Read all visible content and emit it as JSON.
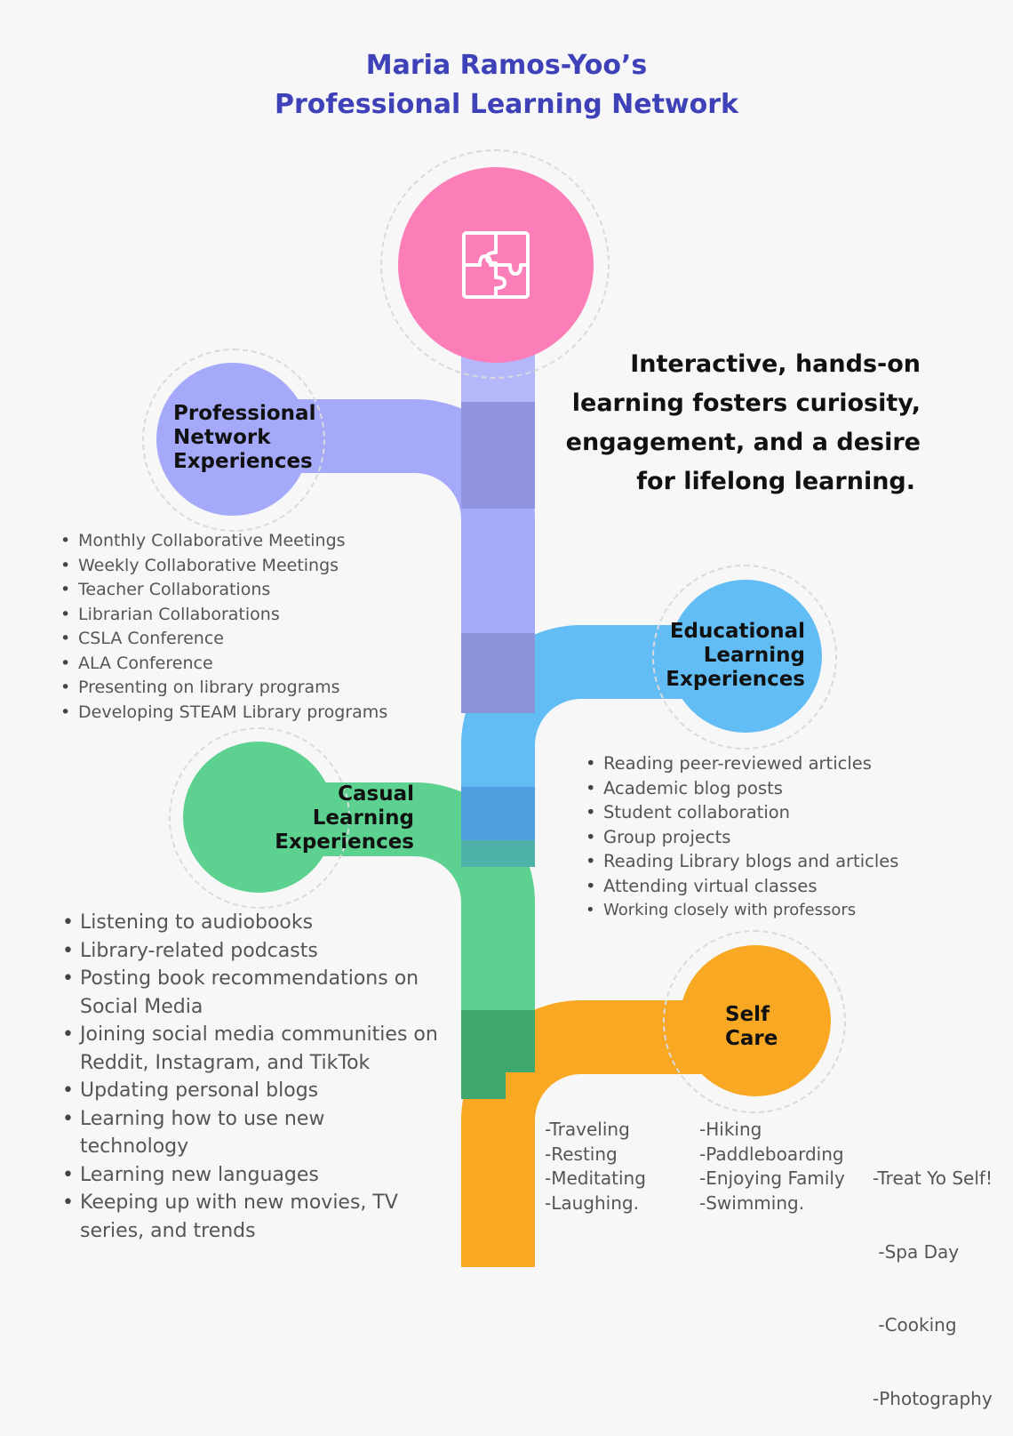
{
  "title": {
    "line1": "Maria Ramos-Yoo’s",
    "line2": "Professional Learning Network"
  },
  "hub": {
    "icon": "puzzle-icon",
    "color": "#fb7eb8"
  },
  "quote": {
    "line1": "Interactive, hands-on",
    "line2": "learning fosters curiosity,",
    "line3": "engagement, and a desire",
    "line4": "for lifelong learning."
  },
  "branches": {
    "professional": {
      "color": "#a5a9fa",
      "label": [
        "Professional",
        "Network",
        "Experiences"
      ],
      "items": [
        "Monthly Collaborative Meetings",
        "Weekly Collaborative Meetings",
        "Teacher Collaborations",
        "Librarian Collaborations",
        "CSLA Conference",
        "ALA Conference",
        "Presenting on library programs",
        "Developing STEAM Library programs"
      ]
    },
    "educational": {
      "color": "#61bdf4",
      "label": [
        "Educational",
        "Learning",
        "Experiences"
      ],
      "items": [
        "Reading peer-reviewed articles",
        "Academic blog posts",
        "Student collaboration",
        "Group projects",
        "Reading Library blogs and articles",
        "Attending virtual classes",
        "Working closely with professors"
      ]
    },
    "casual": {
      "color": "#5dd190",
      "label": [
        "Casual",
        "Learning",
        "Experiences"
      ],
      "items": [
        "Listening to audiobooks",
        "Library-related podcasts",
        "Posting book recommendations on Social Media",
        "Joining social media communities on Reddit, Instagram, and TikTok",
        "Updating personal blogs",
        "Learning how to use new technology",
        "Learning new languages",
        "Keeping up with new movies, TV series, and trends"
      ]
    },
    "selfcare": {
      "color": "#f8a823",
      "label": [
        "Self",
        "Care"
      ],
      "columns": [
        [
          "-Traveling",
          "-Resting",
          "-Meditating",
          "-Laughing."
        ],
        [
          "-Hiking",
          "-Paddleboarding",
          "-Enjoying Family",
          "-Swimming."
        ],
        [
          "-Treat Yo Self!",
          " -Spa Day",
          " -Cooking",
          "-Photography"
        ]
      ]
    }
  }
}
